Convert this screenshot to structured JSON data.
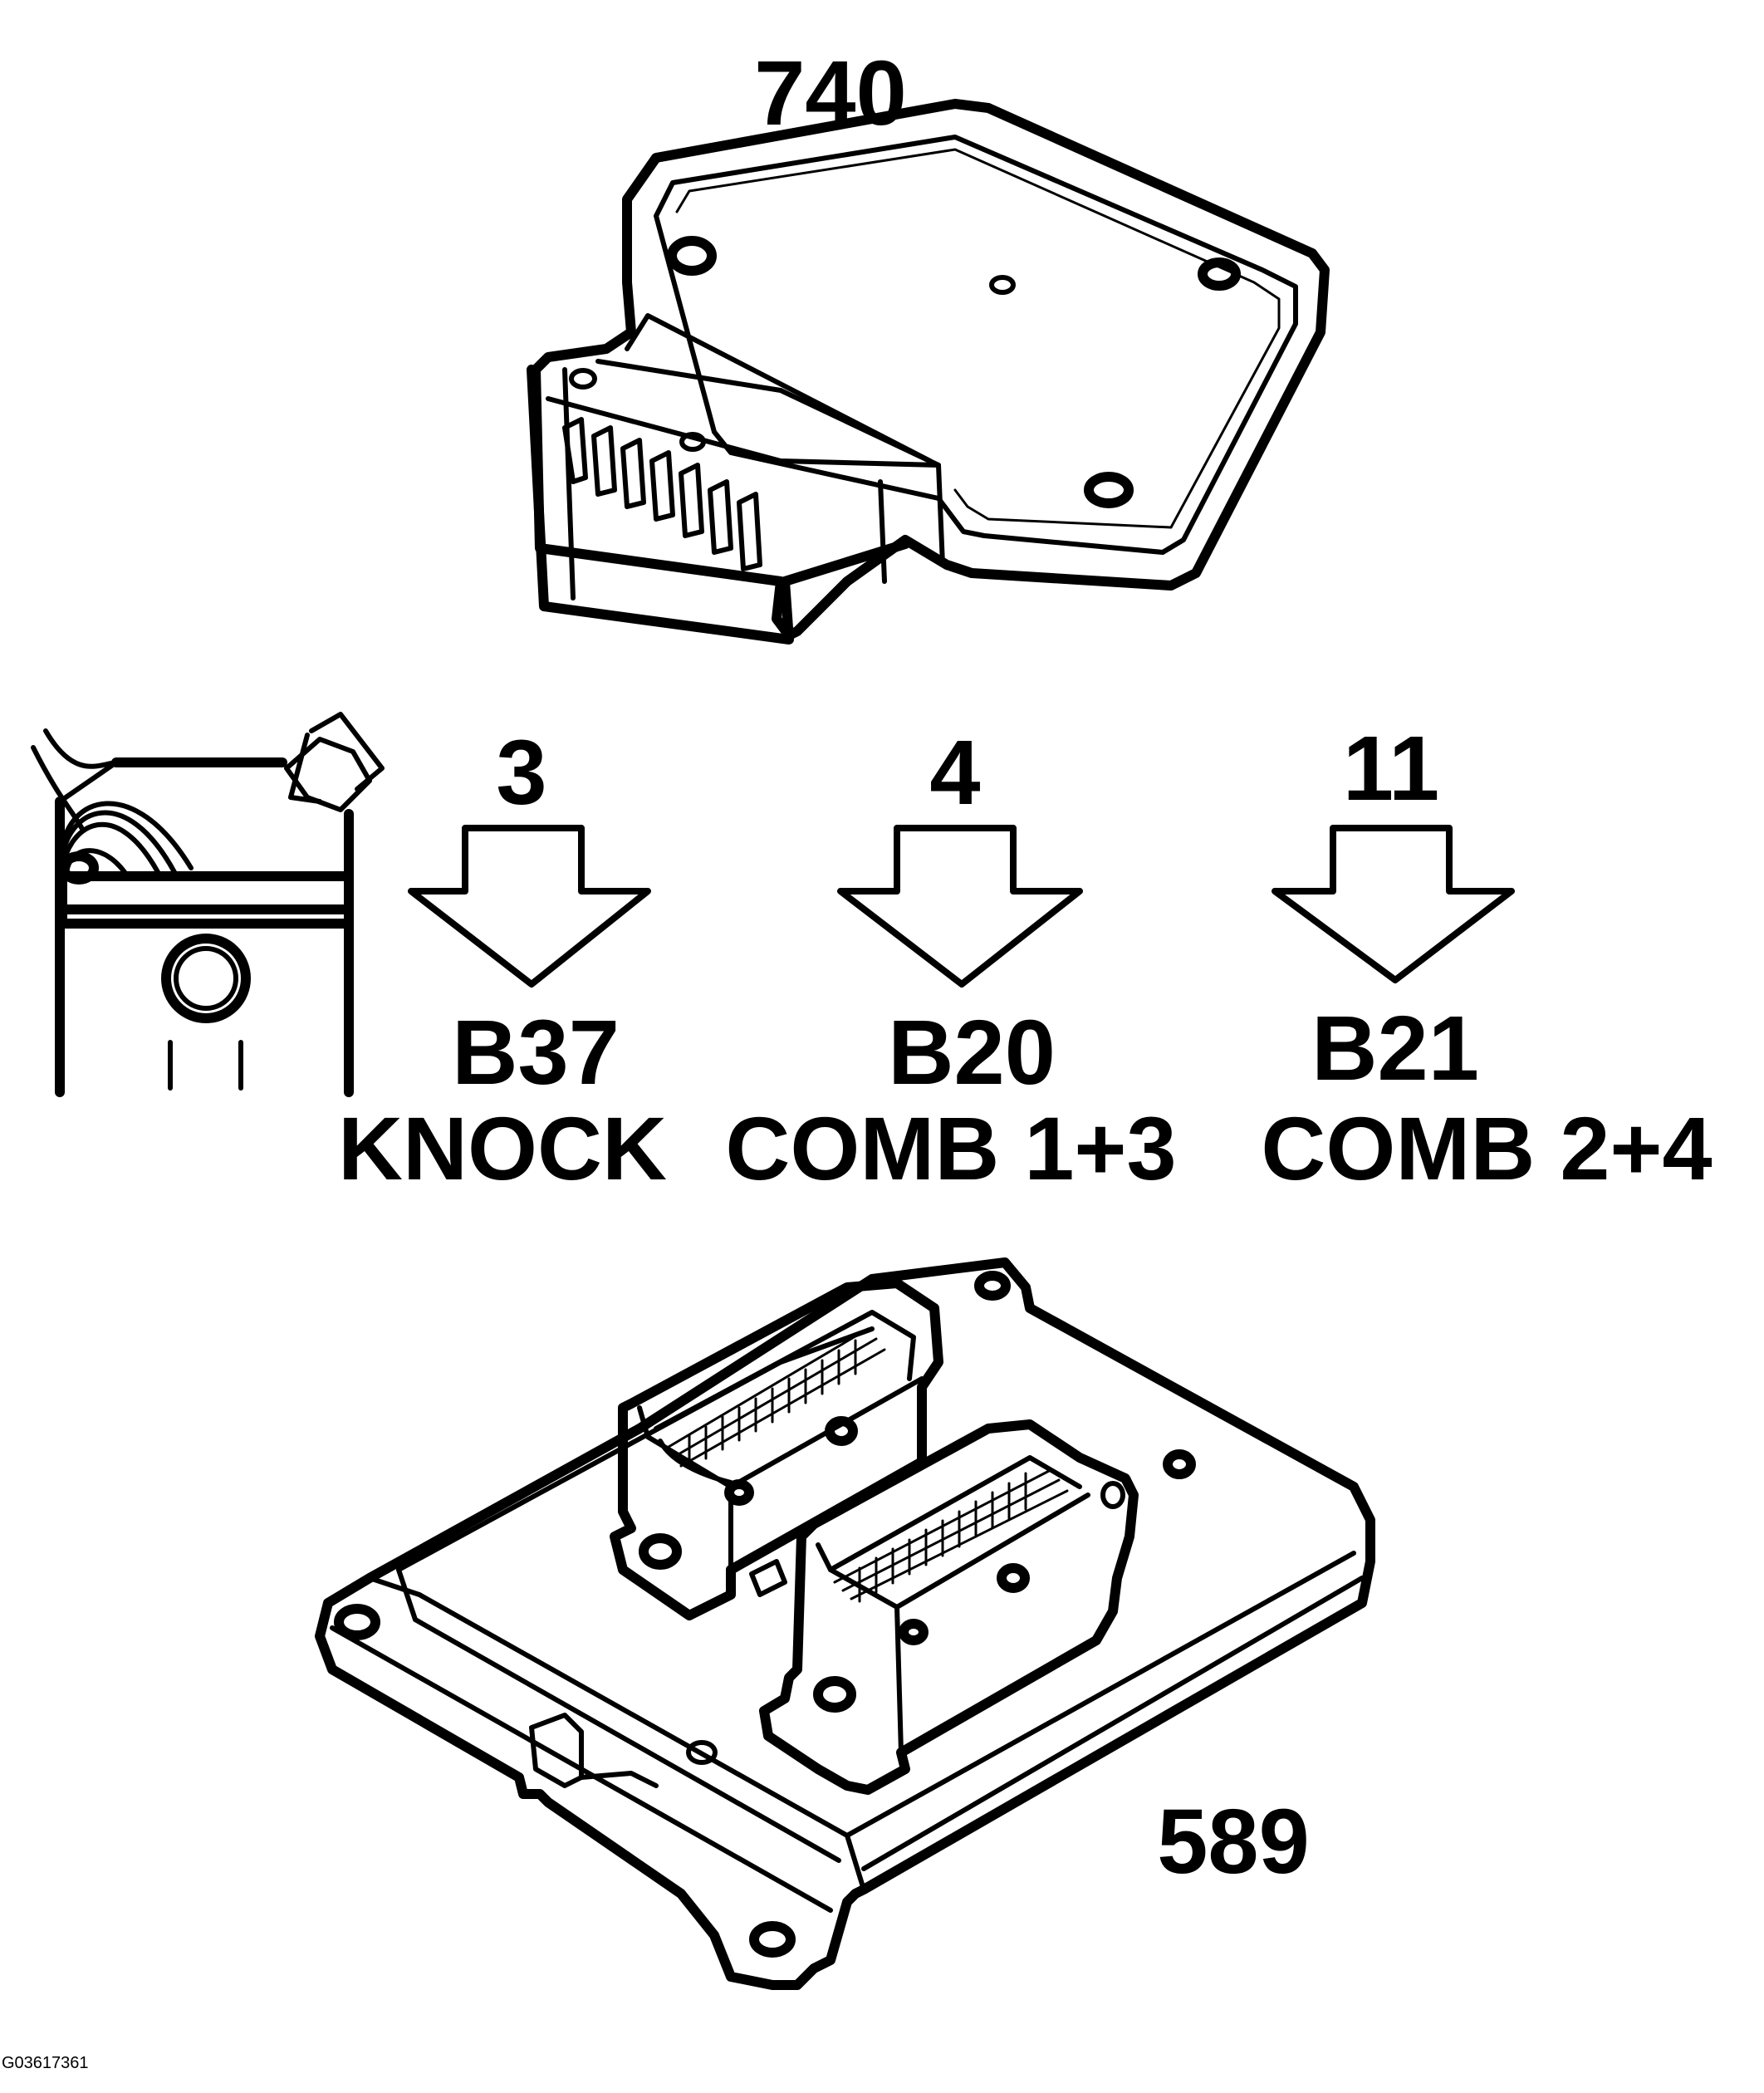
{
  "modules": {
    "ignition_module": {
      "label": "740"
    },
    "control_module": {
      "label": "589"
    }
  },
  "signals": [
    {
      "pin": "3",
      "code": "B37",
      "name": "KNOCK"
    },
    {
      "pin": "4",
      "code": "B20",
      "name": "COMB 1+3"
    },
    {
      "pin": "11",
      "code": "B21",
      "name": "COMB 2+4"
    }
  ],
  "figure_id": "G03617361",
  "icons": [
    "ignition-module-740",
    "engine-control-module-589",
    "knock-sensor-cylinder",
    "arrow-down"
  ]
}
